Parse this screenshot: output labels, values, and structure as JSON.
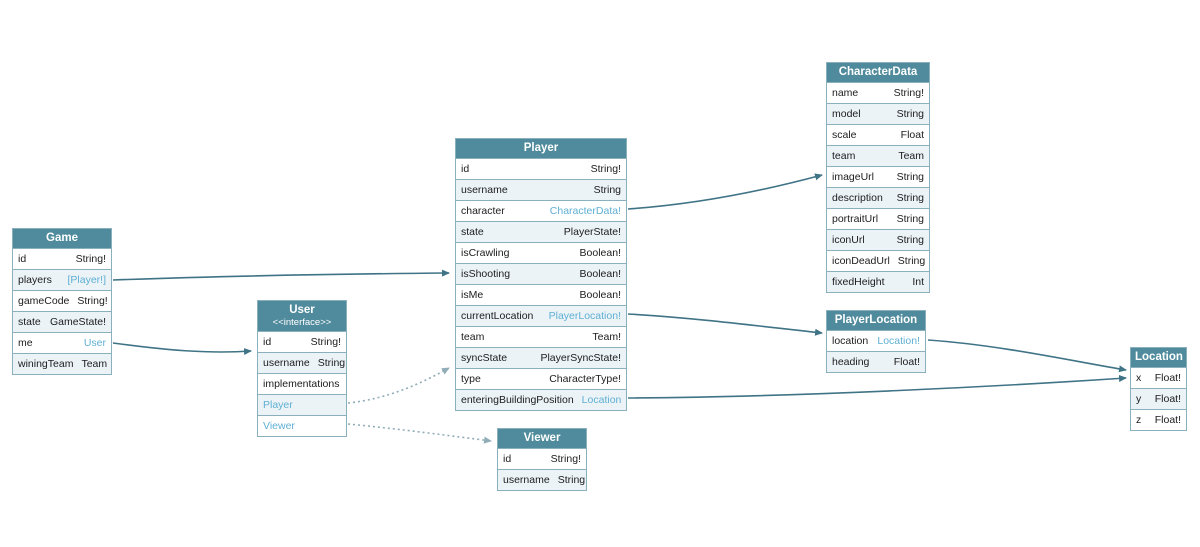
{
  "diagram": {
    "colors": {
      "header_bg": "#4f8b9c",
      "header_text": "#ffffff",
      "border": "#8ab0bd",
      "row_alt_bg": "#ebf3f7",
      "row_bg": "#ffffff",
      "link": "#5fafd3",
      "text": "#1c1c1c",
      "arrow": "#3f7386",
      "arrow_dotted": "#90adb8"
    },
    "tables": [
      {
        "id": "game",
        "title": "Game",
        "rows": [
          {
            "name": "id",
            "type": "String!"
          },
          {
            "name": "players",
            "type": "[Player!]",
            "type_link": true
          },
          {
            "name": "gameCode",
            "type": "String!"
          },
          {
            "name": "state",
            "type": "GameState!"
          },
          {
            "name": "me",
            "type": "User",
            "type_link": true
          },
          {
            "name": "winingTeam",
            "type": "Team"
          }
        ]
      },
      {
        "id": "user",
        "title": "User",
        "subtitle": "<<interface>>",
        "rows": [
          {
            "name": "id",
            "type": "String!"
          },
          {
            "name": "username",
            "type": "String"
          },
          {
            "name": "implementations",
            "type": ""
          },
          {
            "name": "Player",
            "type": "",
            "name_link": true
          },
          {
            "name": "Viewer",
            "type": "",
            "name_link": true
          }
        ]
      },
      {
        "id": "player",
        "title": "Player",
        "rows": [
          {
            "name": "id",
            "type": "String!"
          },
          {
            "name": "username",
            "type": "String"
          },
          {
            "name": "character",
            "type": "CharacterData!",
            "type_link": true
          },
          {
            "name": "state",
            "type": "PlayerState!"
          },
          {
            "name": "isCrawling",
            "type": "Boolean!"
          },
          {
            "name": "isShooting",
            "type": "Boolean!"
          },
          {
            "name": "isMe",
            "type": "Boolean!"
          },
          {
            "name": "currentLocation",
            "type": "PlayerLocation!",
            "type_link": true
          },
          {
            "name": "team",
            "type": "Team!"
          },
          {
            "name": "syncState",
            "type": "PlayerSyncState!"
          },
          {
            "name": "type",
            "type": "CharacterType!"
          },
          {
            "name": "enteringBuildingPosition",
            "type": "Location",
            "type_link": true
          }
        ]
      },
      {
        "id": "viewer",
        "title": "Viewer",
        "rows": [
          {
            "name": "id",
            "type": "String!"
          },
          {
            "name": "username",
            "type": "String"
          }
        ]
      },
      {
        "id": "characterdata",
        "title": "CharacterData",
        "rows": [
          {
            "name": "name",
            "type": "String!"
          },
          {
            "name": "model",
            "type": "String"
          },
          {
            "name": "scale",
            "type": "Float"
          },
          {
            "name": "team",
            "type": "Team"
          },
          {
            "name": "imageUrl",
            "type": "String"
          },
          {
            "name": "description",
            "type": "String"
          },
          {
            "name": "portraitUrl",
            "type": "String"
          },
          {
            "name": "iconUrl",
            "type": "String"
          },
          {
            "name": "iconDeadUrl",
            "type": "String"
          },
          {
            "name": "fixedHeight",
            "type": "Int"
          }
        ]
      },
      {
        "id": "playerlocation",
        "title": "PlayerLocation",
        "rows": [
          {
            "name": "location",
            "type": "Location!",
            "type_link": true
          },
          {
            "name": "heading",
            "type": "Float!"
          }
        ]
      },
      {
        "id": "location",
        "title": "Location",
        "rows": [
          {
            "name": "x",
            "type": "Float!"
          },
          {
            "name": "y",
            "type": "Float!"
          },
          {
            "name": "z",
            "type": "Float!"
          }
        ]
      }
    ],
    "edges": [
      {
        "id": "game-players-to-player",
        "from": "Game.players",
        "to": "Player",
        "style": "solid"
      },
      {
        "id": "game-me-to-user",
        "from": "Game.me",
        "to": "User",
        "style": "solid"
      },
      {
        "id": "user-player-to-player",
        "from": "User.Player",
        "to": "Player",
        "style": "dotted"
      },
      {
        "id": "user-viewer-to-viewer",
        "from": "User.Viewer",
        "to": "Viewer",
        "style": "dotted"
      },
      {
        "id": "player-character-to-characterdata",
        "from": "Player.character",
        "to": "CharacterData",
        "style": "solid"
      },
      {
        "id": "player-currentlocation-to-playerlocation",
        "from": "Player.currentLocation",
        "to": "PlayerLocation",
        "style": "solid"
      },
      {
        "id": "player-enteringbuildingposition-to-location",
        "from": "Player.enteringBuildingPosition",
        "to": "Location",
        "style": "solid"
      },
      {
        "id": "playerlocation-location-to-location",
        "from": "PlayerLocation.location",
        "to": "Location",
        "style": "solid"
      }
    ]
  }
}
